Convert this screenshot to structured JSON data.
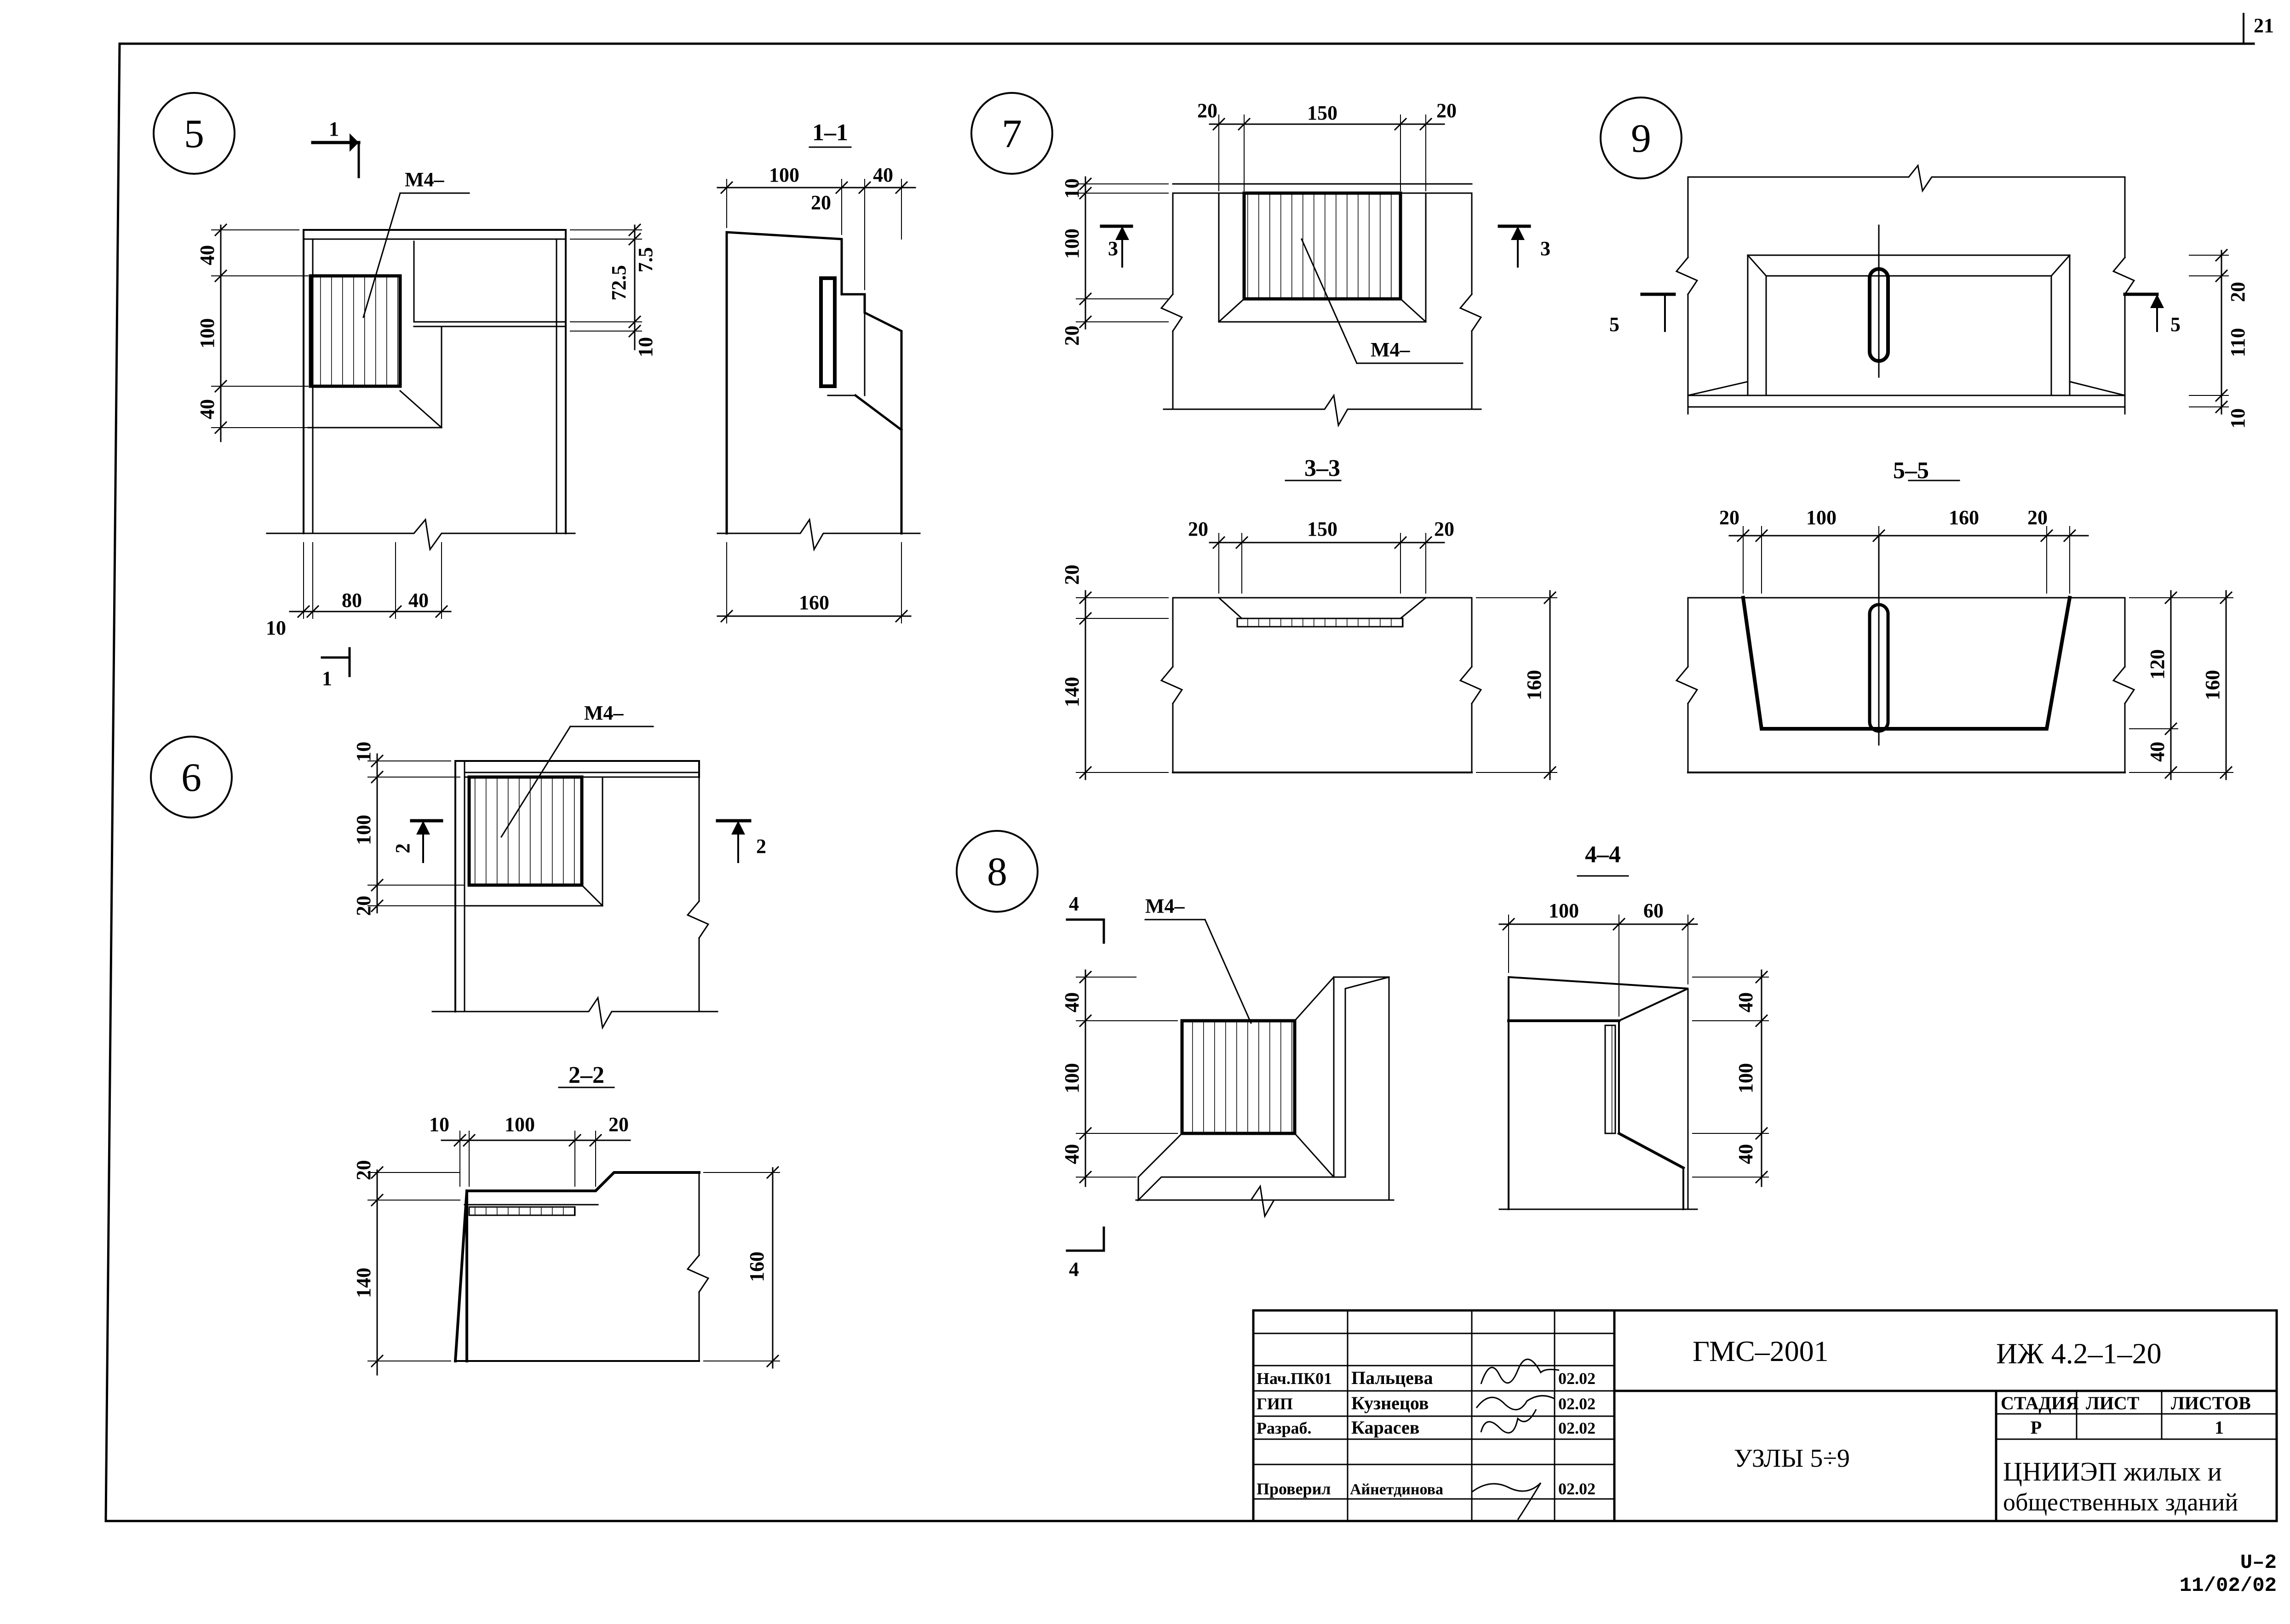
{
  "page_number": "21",
  "nodes": {
    "n5": {
      "label": "5",
      "mark": "М4–",
      "section": "1–1",
      "cut_mark": "1",
      "dims": {
        "d40a": "40",
        "d100": "100",
        "d40b": "40",
        "d72": "72.5",
        "d75": "7.5",
        "d10r": "10",
        "d10b": "10",
        "d80": "80",
        "d40c": "40",
        "s100": "100",
        "s20": "20",
        "s40": "40",
        "s160": "160"
      }
    },
    "n6": {
      "label": "6",
      "mark": "М4–",
      "section": "2–2",
      "cut_mark": "2",
      "dims": {
        "d10": "10",
        "d100": "100",
        "d20": "20",
        "s10": "10",
        "s100": "100",
        "s20": "20",
        "s20v": "20",
        "s140": "140",
        "s160": "160"
      }
    },
    "n7": {
      "label": "7",
      "mark": "М4–",
      "section": "3–3",
      "cut_mark": "3",
      "dims": {
        "t20a": "20",
        "t150": "150",
        "t20b": "20",
        "v10": "10",
        "v100": "100",
        "v20": "20",
        "s20a": "20",
        "s150": "150",
        "s20b": "20",
        "s20v": "20",
        "s140": "140",
        "s160": "160"
      }
    },
    "n8": {
      "label": "8",
      "mark": "М4–",
      "section": "4–4",
      "cut_mark": "4",
      "dims": {
        "v40a": "40",
        "v100": "100",
        "v40b": "40",
        "s100": "100",
        "s60": "60",
        "r40a": "40",
        "r100": "100",
        "r40b": "40"
      }
    },
    "n9": {
      "label": "9",
      "section": "5–5",
      "cut_mark": "5",
      "dims": {
        "v20": "20",
        "v110": "110",
        "v10": "10",
        "s20a": "20",
        "s100": "100",
        "s160": "160",
        "s20b": "20",
        "s120": "120",
        "s160v": "160",
        "s40": "40"
      }
    }
  },
  "title_block": {
    "project": "ГМС–2001",
    "doc_code": "ИЖ 4.2–1–20",
    "drawing_name": "УЗЛЫ 5÷9",
    "org_line1": "ЦНИИЭП жилых и",
    "org_line2": "общественных зданий",
    "headers": {
      "stage": "СТАДИЯ",
      "sheet": "ЛИСТ",
      "sheets": "ЛИСТОВ"
    },
    "stage": "Р",
    "sheets_total": "1",
    "signatures": [
      {
        "role": "Нач.ПК01",
        "name": "Пальцева",
        "date": "02.02"
      },
      {
        "role": "ГИП",
        "name": "Кузнецов",
        "date": "02.02"
      },
      {
        "role": "Разраб.",
        "name": "Карасев",
        "date": "02.02"
      },
      {
        "role": "Проверил",
        "name": "Айнетдинова",
        "date": "02.02"
      }
    ]
  },
  "corner": {
    "code": "U–2",
    "date": "11/02/02"
  }
}
